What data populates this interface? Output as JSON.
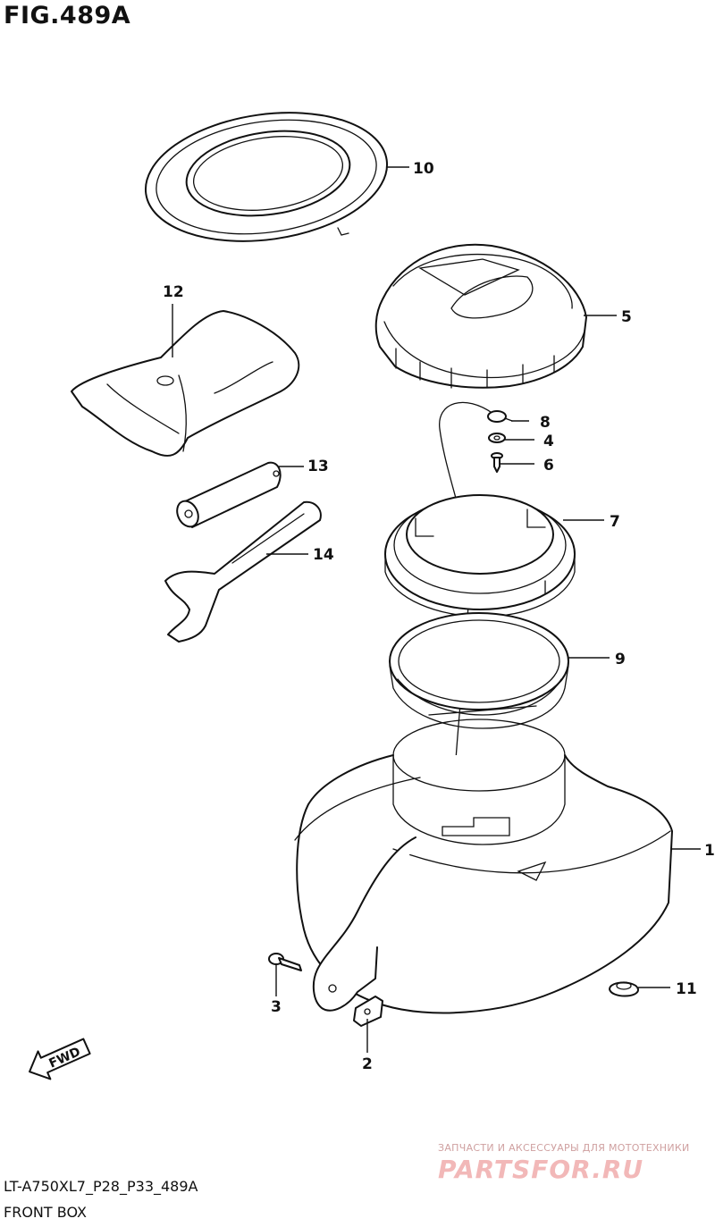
{
  "figure": {
    "title": "FIG.489A",
    "code": "LT-A750XL7_P28_P33_489A",
    "caption": "FRONT BOX"
  },
  "callouts": [
    "1",
    "2",
    "3",
    "4",
    "5",
    "6",
    "7",
    "8",
    "9",
    "10",
    "11",
    "12",
    "13",
    "14"
  ],
  "fwd_label": "FWD",
  "watermark": {
    "line1": "ЗАПЧАСТИ И АКСЕССУАРЫ ДЛЯ МОТОТЕХНИКИ",
    "logo": "PARTSFOR.RU"
  }
}
